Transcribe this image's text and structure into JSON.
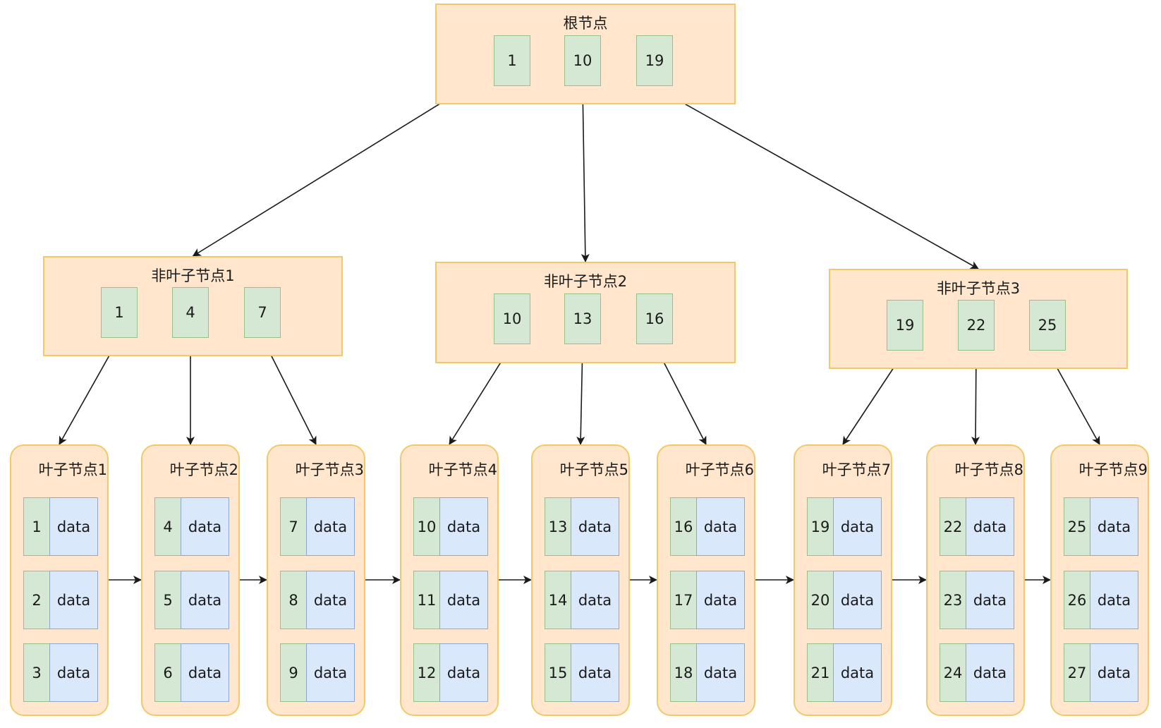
{
  "root": {
    "title": "根节点",
    "keys": [
      "1",
      "10",
      "19"
    ]
  },
  "internal_nodes": [
    {
      "title": "非叶子节点1",
      "keys": [
        "1",
        "4",
        "7"
      ]
    },
    {
      "title": "非叶子节点2",
      "keys": [
        "10",
        "13",
        "16"
      ]
    },
    {
      "title": "非叶子节点3",
      "keys": [
        "19",
        "22",
        "25"
      ]
    }
  ],
  "leaves": [
    {
      "title": "叶子节点1",
      "entries": [
        {
          "key": "1",
          "value": "data"
        },
        {
          "key": "2",
          "value": "data"
        },
        {
          "key": "3",
          "value": "data"
        }
      ]
    },
    {
      "title": "叶子节点2",
      "entries": [
        {
          "key": "4",
          "value": "data"
        },
        {
          "key": "5",
          "value": "data"
        },
        {
          "key": "6",
          "value": "data"
        }
      ]
    },
    {
      "title": "叶子节点3",
      "entries": [
        {
          "key": "7",
          "value": "data"
        },
        {
          "key": "8",
          "value": "data"
        },
        {
          "key": "9",
          "value": "data"
        }
      ]
    },
    {
      "title": "叶子节点4",
      "entries": [
        {
          "key": "10",
          "value": "data"
        },
        {
          "key": "11",
          "value": "data"
        },
        {
          "key": "12",
          "value": "data"
        }
      ]
    },
    {
      "title": "叶子节点5",
      "entries": [
        {
          "key": "13",
          "value": "data"
        },
        {
          "key": "14",
          "value": "data"
        },
        {
          "key": "15",
          "value": "data"
        }
      ]
    },
    {
      "title": "叶子节点6",
      "entries": [
        {
          "key": "16",
          "value": "data"
        },
        {
          "key": "17",
          "value": "data"
        },
        {
          "key": "18",
          "value": "data"
        }
      ]
    },
    {
      "title": "叶子节点7",
      "entries": [
        {
          "key": "19",
          "value": "data"
        },
        {
          "key": "20",
          "value": "data"
        },
        {
          "key": "21",
          "value": "data"
        }
      ]
    },
    {
      "title": "叶子节点8",
      "entries": [
        {
          "key": "22",
          "value": "data"
        },
        {
          "key": "23",
          "value": "data"
        },
        {
          "key": "24",
          "value": "data"
        }
      ]
    },
    {
      "title": "叶子节点9",
      "entries": [
        {
          "key": "25",
          "value": "data"
        },
        {
          "key": "26",
          "value": "data"
        },
        {
          "key": "27",
          "value": "data"
        }
      ]
    }
  ],
  "edges": {
    "root_to_internal": [
      [
        "root.0",
        "internal.0"
      ],
      [
        "root.1",
        "internal.1"
      ],
      [
        "root.2",
        "internal.2"
      ]
    ],
    "internal_to_leaf": [
      [
        "internal.0.0",
        "leaf.0"
      ],
      [
        "internal.0.1",
        "leaf.1"
      ],
      [
        "internal.0.2",
        "leaf.2"
      ],
      [
        "internal.1.0",
        "leaf.3"
      ],
      [
        "internal.1.1",
        "leaf.4"
      ],
      [
        "internal.1.2",
        "leaf.5"
      ],
      [
        "internal.2.0",
        "leaf.6"
      ],
      [
        "internal.2.1",
        "leaf.7"
      ],
      [
        "internal.2.2",
        "leaf.8"
      ]
    ],
    "leaf_links": [
      [
        "leaf.0",
        "leaf.1"
      ],
      [
        "leaf.1",
        "leaf.2"
      ],
      [
        "leaf.2",
        "leaf.3"
      ],
      [
        "leaf.3",
        "leaf.4"
      ],
      [
        "leaf.4",
        "leaf.5"
      ],
      [
        "leaf.5",
        "leaf.6"
      ],
      [
        "leaf.6",
        "leaf.7"
      ],
      [
        "leaf.7",
        "leaf.8"
      ]
    ]
  },
  "colors": {
    "node_fill": "#ffe6cc",
    "node_border": "#f2c968",
    "key_fill": "#d5e8d4",
    "key_border": "#97c08a",
    "data_fill": "#dae8fc",
    "data_border": "#8fa6cf",
    "edge": "#1a1a1a"
  }
}
